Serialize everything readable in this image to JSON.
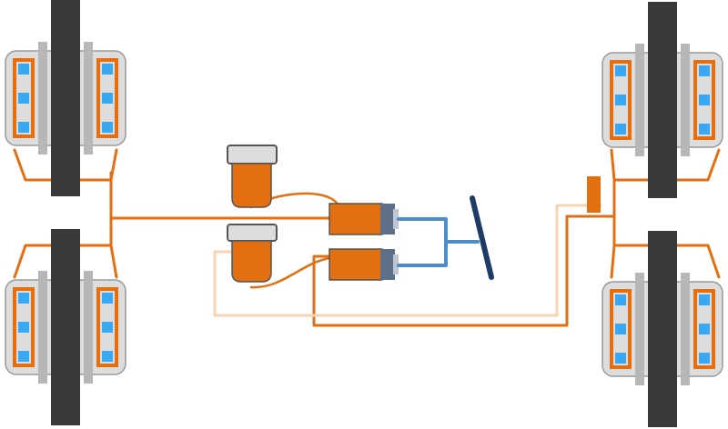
{
  "diagram": {
    "colors": {
      "brake_line": "#E36F10",
      "secondary_line": "#F6D4B0",
      "caliper": "#E36F10",
      "pad": "#B7B7B7",
      "piston": "#3AA7F1",
      "rotor": "#3A3A3A",
      "hub": "#DDDDDD",
      "reservoir_cap": "#DDDDDD",
      "reservoir_body": "#E36F10",
      "cylinder_end": "#5E6F8A",
      "pedal_linkage": "#4E8CC8",
      "pedal": "#1E3A66"
    },
    "components": {
      "wheels": [
        "front-left",
        "rear-left",
        "front-right",
        "rear-right"
      ],
      "reservoirs": [
        "upper",
        "lower"
      ],
      "master_cylinders": [
        "upper",
        "lower"
      ],
      "pedal": "brake-pedal",
      "valve": "proportioning-valve"
    }
  }
}
